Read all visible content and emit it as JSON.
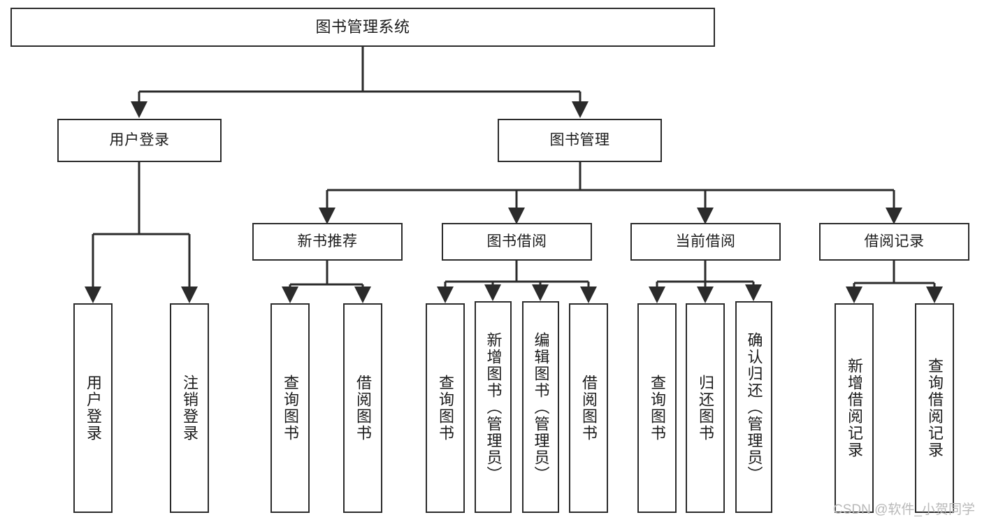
{
  "diagram": {
    "title": "图书管理系统",
    "type": "functional-decomposition-tree",
    "colors": {
      "background": "#ffffff",
      "box_border": "#2b2b2b",
      "box_fill": "#ffffff",
      "edge": "#2b2b2b",
      "text": "#1b1b1b",
      "watermark": "#b9b9b9"
    }
  },
  "nodes": {
    "root": {
      "label": "图书管理系统"
    },
    "level1": [
      {
        "label": "用户登录"
      },
      {
        "label": "图书管理"
      }
    ],
    "level2": [
      {
        "label": "新书推荐"
      },
      {
        "label": "图书借阅"
      },
      {
        "label": "当前借阅"
      },
      {
        "label": "借阅记录"
      }
    ],
    "leaves": {
      "user_login": [
        {
          "label": "用户登录"
        },
        {
          "label": "注销登录"
        }
      ],
      "new_book_recommend": [
        {
          "label": "查询图书"
        },
        {
          "label": "借阅图书"
        }
      ],
      "book_borrow": [
        {
          "label": "查询图书"
        },
        {
          "label": "新增图书（管理员）"
        },
        {
          "label": "编辑图书（管理员）"
        },
        {
          "label": "借阅图书"
        }
      ],
      "current_borrow": [
        {
          "label": "查询图书"
        },
        {
          "label": "归还图书"
        },
        {
          "label": "确认归还（管理员）"
        }
      ],
      "borrow_record": [
        {
          "label": "新增借阅记录"
        },
        {
          "label": "查询借阅记录"
        }
      ]
    }
  },
  "watermark": {
    "text": "CSDN @软件_小贺同学"
  }
}
